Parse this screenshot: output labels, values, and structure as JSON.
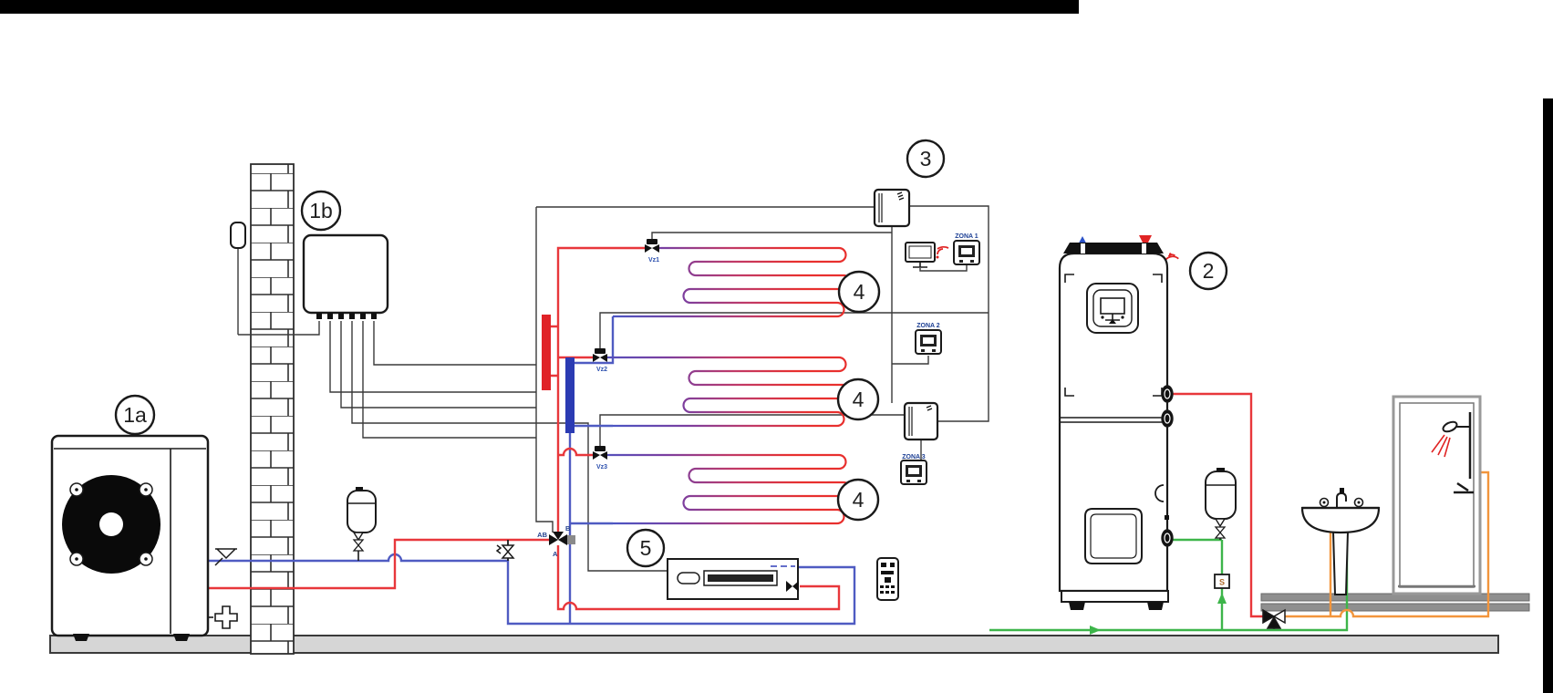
{
  "component_labels": {
    "outdoor_unit": "1a",
    "hydro_module": "1b",
    "dhw_tank": "2",
    "system_controller": "3",
    "underfloor_zone": "4",
    "fan_coil": "5"
  },
  "valve_labels": {
    "zone1": "Vz1",
    "zone2": "Vz2",
    "zone3": "Vz3"
  },
  "three_way_valve": {
    "port_ab": "AB",
    "port_a": "A",
    "port_b": "B"
  },
  "zone_thermostats": {
    "zone1": "ZONA 1",
    "zone2": "ZONA 2",
    "zone3": "ZONA 3"
  },
  "safety_group": {
    "label": "S"
  },
  "colors": {
    "pipe_heating_flow": "#e8373b",
    "pipe_heating_return": "#4f5bc2",
    "pipe_cold_water": "#3db54a",
    "pipe_mixed_hot_water": "#f2953c",
    "control_wire": "#3a3a3a",
    "manifold_flow": "#e02227",
    "manifold_return": "#2b3bb3",
    "flow_triangle_red": "#e02424",
    "return_triangle_blue": "#2b52c8",
    "floor_fill": "#d6d6d6",
    "slab_fill": "#8f8f8f"
  }
}
